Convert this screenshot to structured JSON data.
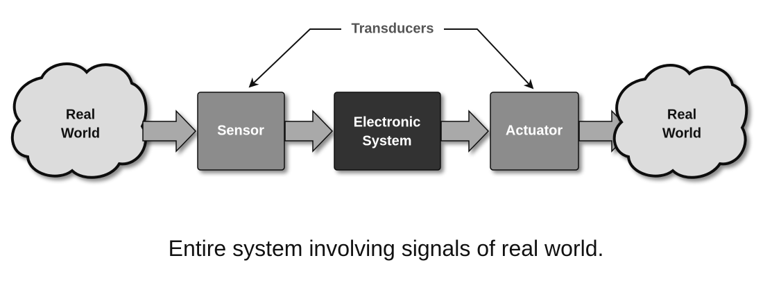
{
  "diagram": {
    "transducers_label": "Transducers",
    "left_cloud": {
      "line1": "Real",
      "line2": "World"
    },
    "sensor": {
      "label": "Sensor"
    },
    "electronic_system": {
      "line1": "Electronic",
      "line2": "System"
    },
    "actuator": {
      "label": "Actuator"
    },
    "right_cloud": {
      "line1": "Real",
      "line2": "World"
    }
  },
  "caption": "Entire system involving signals of real world.",
  "colors": {
    "cloud_fill": "#dcdcdc",
    "box_gray": "#8c8c8c",
    "box_dark": "#333333",
    "arrow_fill": "#a9a9a9",
    "outline": "#111111"
  }
}
